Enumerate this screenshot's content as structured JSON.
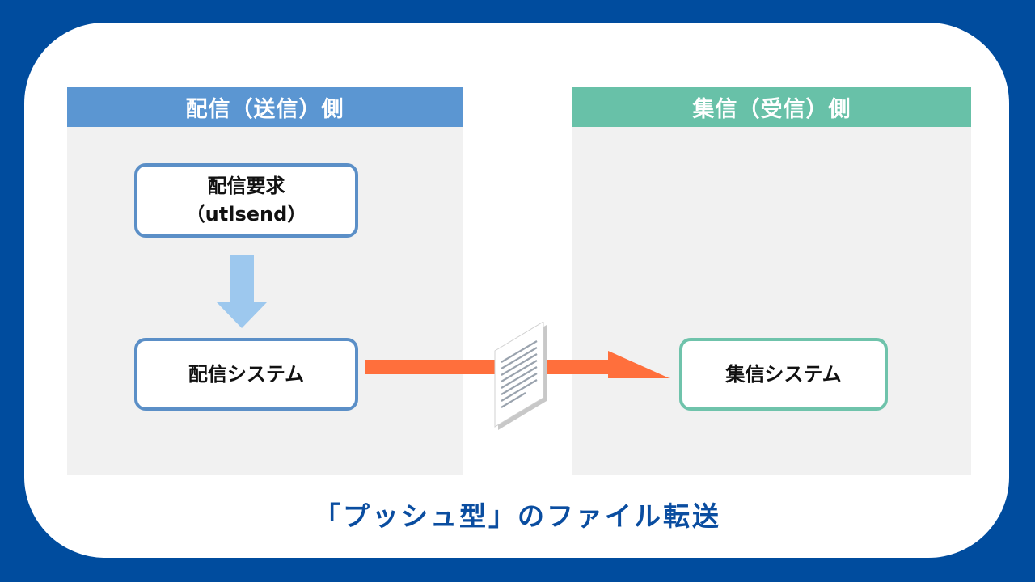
{
  "sender": {
    "header": "配信（送信）側",
    "request_line1": "配信要求",
    "request_line2": "（utlsend）",
    "system_label": "配信システム"
  },
  "receiver": {
    "header": "集信（受信）側",
    "system_label": "集信システム"
  },
  "caption": "「プッシュ型」のファイル転送",
  "icons": {
    "down_arrow": "down-arrow-icon",
    "transfer_arrow": "right-arrow-icon",
    "document": "document-icon"
  },
  "colors": {
    "background": "#004c9e",
    "sender_header": "#5b96d2",
    "sender_border": "#5b8fc7",
    "receiver_header": "#68c1a8",
    "receiver_border": "#6fc3ab",
    "down_arrow": "#9dc8ee",
    "transfer_arrow": "#ff6f3c",
    "caption": "#0a4da0"
  }
}
